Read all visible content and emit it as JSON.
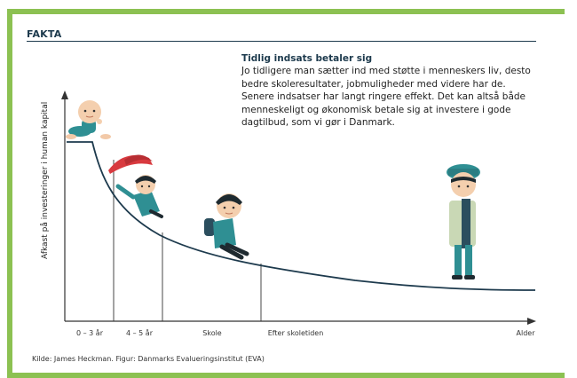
{
  "header": {
    "label": "FAKTA"
  },
  "fact": {
    "title": "Tidlig indsats betaler sig",
    "body": "Jo tidligere man sætter ind med støtte i menneskers liv, desto bedre skoleresultater, jobmuligheder med videre har de. Senere indsatser har langt ringere effekt. Det kan altså både menneskeligt og økonomisk betale sig at investere i gode dagtilbud, som vi gør i Danmark."
  },
  "chart": {
    "ylabel": "Afkast på investeringer i human kapital",
    "xticks": [
      "0 – 3 år",
      "4 – 5 år",
      "Skole",
      "Efter skoletiden",
      "Alder"
    ]
  },
  "source": "Kilde: James Heckman. Figur: Danmarks Evalueringsinstitut (EVA)",
  "colors": {
    "frame": "#8cc152",
    "curve": "#1d3a4d",
    "teal": "#2f8f93",
    "cap": "#d83a3f"
  },
  "illustrations": [
    "baby-figure",
    "toddler-figure",
    "schoolchild-figure",
    "young-adult-figure"
  ]
}
